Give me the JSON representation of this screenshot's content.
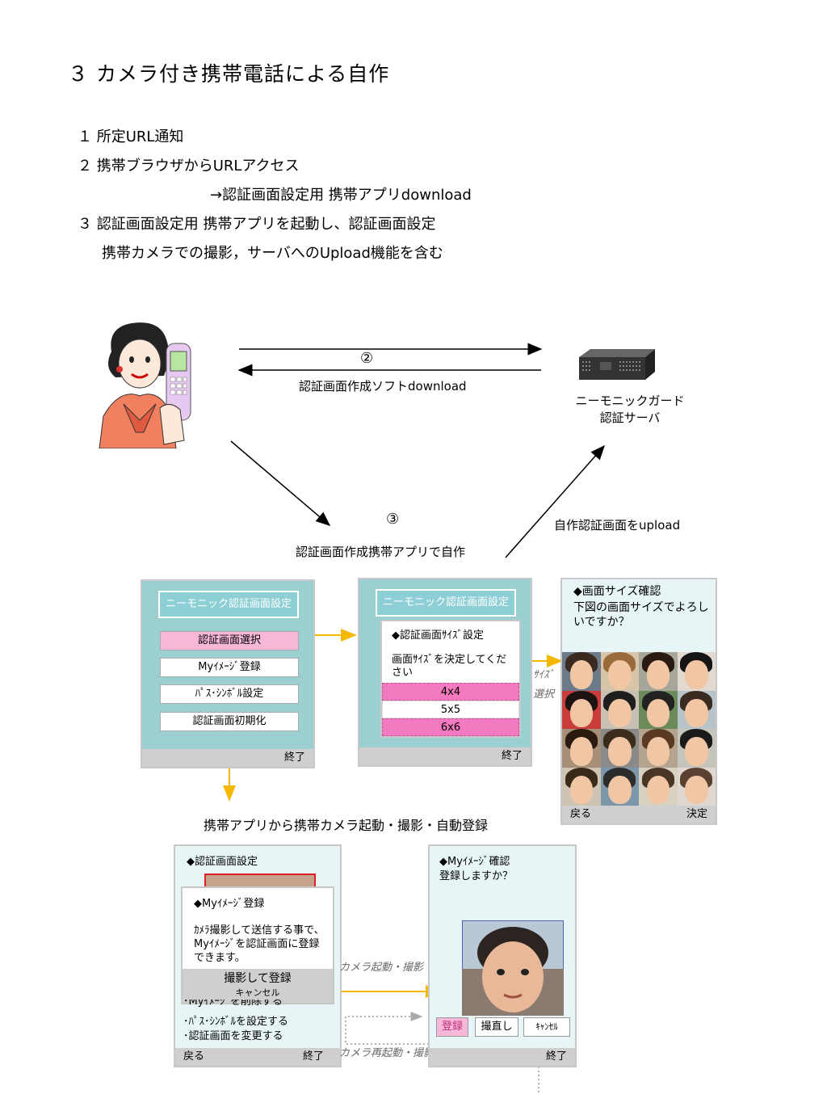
{
  "title": "３ カメラ付き携帯電話による自作",
  "steps": {
    "s1": "１ 所定URL通知",
    "s2": "２ 携帯ブラウザからURLアクセス",
    "s2b": "→認証画面設定用 携帯アプリdownload",
    "s3": "３ 認証画面設定用 携帯アプリを起動し、認証画面設定",
    "s3b": "携帯カメラでの撮影，サーバへのUpload機能を含む"
  },
  "diagram": {
    "circle2": "②",
    "download_label": "認証画面作成ソフトdownload",
    "server_line1": "ニーモニックガード",
    "server_line2": "認証サーバ",
    "circle3": "③",
    "app_label": "認証画面作成携帯アプリで自作",
    "upload_label": "自作認証画面をupload",
    "camera_flow_label": "携帯アプリから携帯カメラ起動・撮影・自動登録"
  },
  "screen1": {
    "header": "ニーモニック認証画面設定",
    "items": [
      "認証画面選択",
      "Myｲﾒｰｼﾞ登録",
      "ﾊﾟｽ･ｼﾝﾎﾞﾙ設定",
      "認証画面初期化"
    ],
    "footer_right": "終了"
  },
  "screen2": {
    "header": "ニーモニック認証画面設定",
    "popup_title": "◆認証画面ｻｲｽﾞ設定",
    "popup_text": "画面ｻｲｽﾞを決定してください",
    "options": [
      "4x4",
      "5x5",
      "6x6"
    ],
    "footer_right": "終了"
  },
  "size_select_label": [
    "ｻｲｽﾞ",
    "選択"
  ],
  "screen3": {
    "title": "◆画面サイズ確認",
    "text": "下図の画面サイズでよろしいですか？",
    "footer_left": "戻る",
    "footer_right": "決定"
  },
  "screen4": {
    "title": "◆認証画面設定",
    "popup_title": "◆Myｲﾒｰｼﾞ登録",
    "popup_text": "ｶﾒﾗ撮影して送信する事で、Myｲﾒｰｼﾞを認証画面に登録できます。",
    "btn_shoot": "撮影して登録",
    "btn_cancel": "キャンセル",
    "list": [
      "･Myｲﾒｰｼﾞを削除する",
      "･ﾊﾟｽ･ｼﾝﾎﾞﾙを設定する",
      "･認証画面を変更する"
    ],
    "footer_left": "戻る",
    "footer_right": "終了"
  },
  "camera_start_label": "カメラ起動・撮影",
  "camera_restart_label": "カメラ再起動・撮影",
  "screen5": {
    "title": "◆Myｲﾒｰｼﾞ確認",
    "text": "登録しますか？",
    "btn_register": "登録",
    "btn_retake": "撮直し",
    "btn_cancel": "ｷｬﾝｾﾙ",
    "footer_right": "終了"
  },
  "colors": {
    "arrow_orange": "#f5b800",
    "screen_teal": "#9ccfcf",
    "pink": "#f47ac0"
  }
}
